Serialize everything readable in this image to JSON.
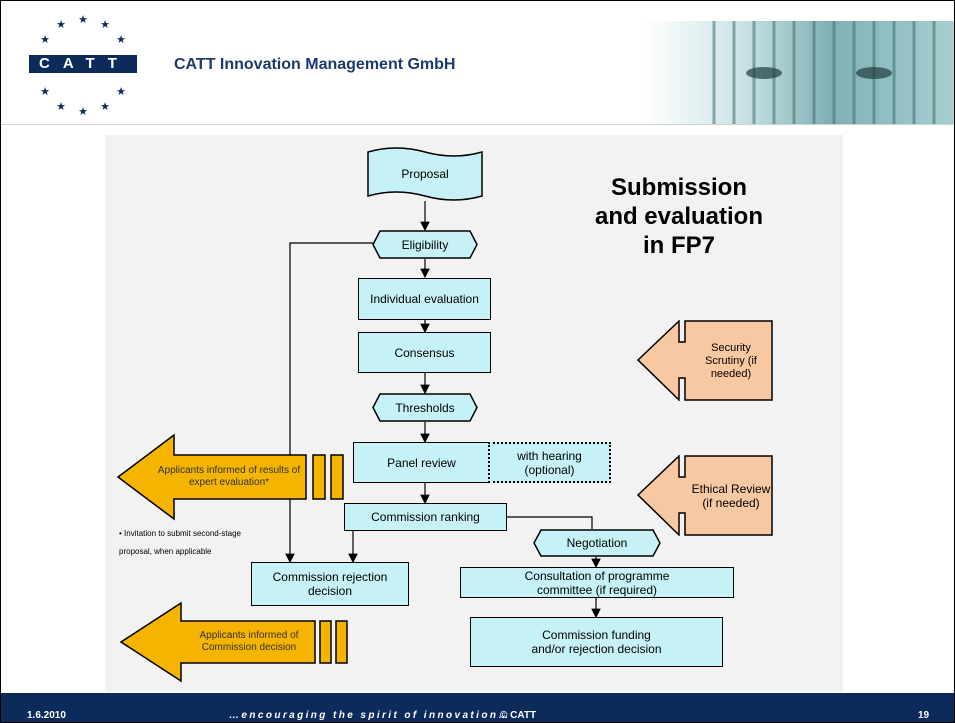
{
  "header": {
    "logo_text": "CATT",
    "company": "CATT Innovation Management GmbH"
  },
  "diagram": {
    "title_lines": [
      "Submission",
      "and evaluation",
      "in FP7"
    ],
    "nodes": {
      "proposal": "Proposal",
      "eligibility": "Eligibility",
      "individual_evaluation": "Individual evaluation",
      "consensus": "Consensus",
      "thresholds": "Thresholds",
      "panel_review": "Panel review",
      "with_hearing": "with hearing (optional)",
      "commission_ranking": "Commission ranking",
      "negotiation": "Negotiation",
      "consultation": "Consultation of programme committee (if required)",
      "commission_funding": "Commission funding and/or rejection decision",
      "commission_rejection": "Commission rejection decision"
    },
    "side_boxes": {
      "security": "Security Scrutiny (if needed)",
      "ethical": "Ethical Review (if needed)"
    },
    "arrows": {
      "expert_results": "Applicants informed of results of expert evaluation*",
      "commission_decision": "Applicants informed of Commission decision"
    },
    "footnote_lines": [
      "• Invitation to submit second-stage",
      "proposal, when applicable"
    ]
  },
  "footer": {
    "date": "1.6.2010",
    "slogan": "…encouraging the spirit of innovation…",
    "copyright": "© CATT",
    "page": "19"
  },
  "colors": {
    "navy": "#0c2b5b",
    "box_cyan": "#c6f1f6",
    "side_orange": "#f7c8a2",
    "arrow_gold": "#f5b400"
  }
}
